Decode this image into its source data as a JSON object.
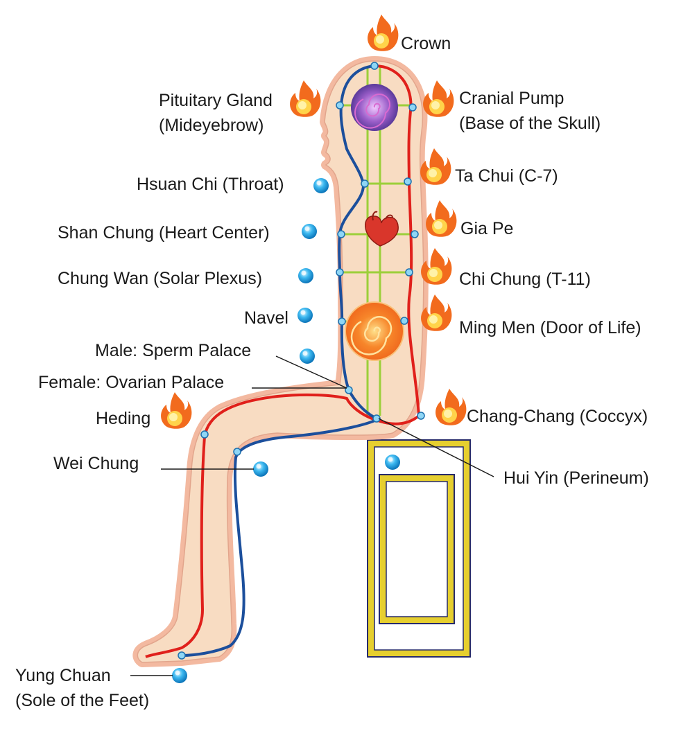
{
  "colors": {
    "skin": "#f6d6b8",
    "skin_outline": "#f3b9a0",
    "governor_channel": "#e0201b",
    "functional_channel": "#1c4f9c",
    "thrusting_channel": "#9ccf3a",
    "fire_outer": "#f26b1d",
    "fire_inner": "#ffd44a",
    "blue_point": "#22a7e8",
    "stool_gold": "#e6cf2f",
    "stool_navy": "#262a6b"
  },
  "labels": {
    "crown": "Crown",
    "pituitary_1": "Pituitary Gland",
    "pituitary_2": "(Mideyebrow)",
    "cranial_1": "Cranial Pump",
    "cranial_2": "(Base of the Skull)",
    "hsuan_chi": "Hsuan Chi (Throat)",
    "ta_chui": "Ta Chui (C-7)",
    "shan_chung": "Shan Chung (Heart Center)",
    "gia_pe": "Gia Pe",
    "chung_wan": "Chung Wan (Solar Plexus)",
    "chi_chung": "Chi Chung (T-11)",
    "navel": "Navel",
    "ming_men": "Ming Men (Door of Life)",
    "male": "Male: Sperm Palace",
    "female": "Female: Ovarian Palace",
    "heding": "Heding",
    "chang_chang": "Chang-Chang (Coccyx)",
    "wei_chung": "Wei Chung",
    "hui_yin": "Hui Yin (Perineum)",
    "yung_chuan_1": "Yung Chuan",
    "yung_chuan_2": "(Sole of the Feet)"
  },
  "icons": {
    "fire": "fire-icon",
    "point": "energy-point-icon",
    "heart": "heart-icon",
    "spiral": "spiral-icon"
  }
}
